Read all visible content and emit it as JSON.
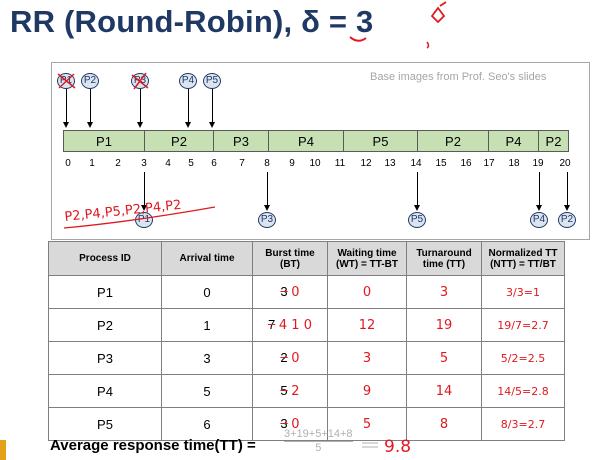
{
  "title": "RR (Round-Robin), δ = 3",
  "diagram": {
    "credit": "Base images from Prof. Seo's slides",
    "arrivals": [
      {
        "label": "P1",
        "time": 0
      },
      {
        "label": "P2",
        "time": 1
      },
      {
        "label": "P3",
        "time": 3
      },
      {
        "label": "P4",
        "time": 5
      },
      {
        "label": "P5",
        "time": 6
      }
    ],
    "gantt": [
      {
        "label": "P1",
        "start": 0,
        "end": 3
      },
      {
        "label": "P2",
        "start": 3,
        "end": 6
      },
      {
        "label": "P3",
        "start": 6,
        "end": 8
      },
      {
        "label": "P4",
        "start": 8,
        "end": 11
      },
      {
        "label": "P5",
        "start": 11,
        "end": 14
      },
      {
        "label": "P2",
        "start": 14,
        "end": 17
      },
      {
        "label": "P4",
        "start": 17,
        "end": 19
      },
      {
        "label": "P2",
        "start": 19,
        "end": 20
      }
    ],
    "ticks": [
      "0",
      "1",
      "2",
      "3",
      "4",
      "5",
      "6",
      "7",
      "8",
      "9",
      "10",
      "11",
      "12",
      "13",
      "14",
      "15",
      "16",
      "17",
      "18",
      "19",
      "20"
    ],
    "completions": [
      {
        "label": "P1",
        "time": 3
      },
      {
        "label": "P3",
        "time": 8
      },
      {
        "label": "P5",
        "time": 14
      },
      {
        "label": "P4",
        "time": 19
      },
      {
        "label": "P2",
        "time": 20
      }
    ],
    "queue_note": "P2,P4,P5,P2,P4,P2"
  },
  "table": {
    "headers": [
      "Process ID",
      "Arrival time",
      "Burst time (BT)",
      "Waiting time (WT) = TT-BT",
      "Turnaround time (TT)",
      "Normalized TT (NTT) = TT/BT"
    ],
    "rows": [
      {
        "id": "P1",
        "arrival": "0",
        "burst": "3",
        "burst_remaining": "0",
        "wt": "0",
        "tt": "3",
        "ntt": "3/3=1"
      },
      {
        "id": "P2",
        "arrival": "1",
        "burst": "7",
        "burst_remaining": "4 1 0",
        "wt": "12",
        "tt": "19",
        "ntt": "19/7=2.7"
      },
      {
        "id": "P3",
        "arrival": "3",
        "burst": "2",
        "burst_remaining": "0",
        "wt": "3",
        "tt": "5",
        "ntt": "5/2=2.5"
      },
      {
        "id": "P4",
        "arrival": "5",
        "burst": "5",
        "burst_remaining": "2",
        "wt": "9",
        "tt": "14",
        "ntt": "14/5=2.8"
      },
      {
        "id": "P5",
        "arrival": "6",
        "burst": "3",
        "burst_remaining": "0",
        "wt": "5",
        "tt": "8",
        "ntt": "8/3=2.7"
      }
    ]
  },
  "average": {
    "label": "Average response time(TT) =",
    "formula_numerator": "3+19+5+14+8",
    "formula_denominator": "5",
    "result": "9.8"
  },
  "colors": {
    "title": "#1f3864",
    "gantt_fill": "#c6e0b4",
    "header_fill": "#d9d9d9",
    "circle_fill": "#dbe5f1",
    "annotation_red": "#e0191f"
  }
}
